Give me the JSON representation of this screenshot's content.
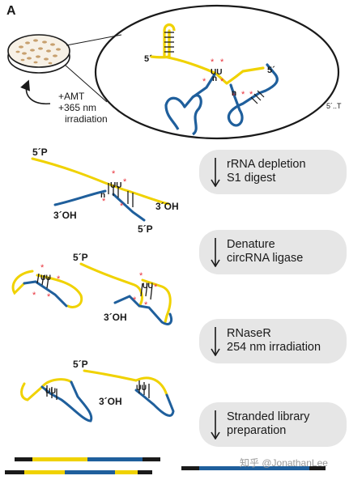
{
  "panel": {
    "letter": "A"
  },
  "conditions": [
    "+AMT",
    "+365 nm",
    "irradiation"
  ],
  "inset": {
    "five_prime_yellow": "5´",
    "five_prime_blue": "5´",
    "edge_text": "5´..T"
  },
  "labels": {
    "five_p_1": "5´P",
    "three_oh_1": "3´OH",
    "three_oh_2": "3´OH",
    "five_p_2": "5´P",
    "five_p_3": "5´P",
    "three_oh_3": "3´OH",
    "five_p_4": "5´P",
    "three_oh_4": "3´OH"
  },
  "steps": [
    {
      "line1": "rRNA depletion",
      "line2": "S1 digest"
    },
    {
      "line1": "Denature",
      "line2": "circRNA ligase"
    },
    {
      "line1": "RNaseR",
      "line2": "254 nm irradiation"
    },
    {
      "line1": "Stranded library",
      "line2": "preparation"
    }
  ],
  "watermark": "知乎 @JonathanLee",
  "colors": {
    "yellow": "#f0d200",
    "blue": "#1f5f9c",
    "black": "#1a1a1a",
    "red": "#e8323c",
    "box": "#e6e6e6"
  }
}
